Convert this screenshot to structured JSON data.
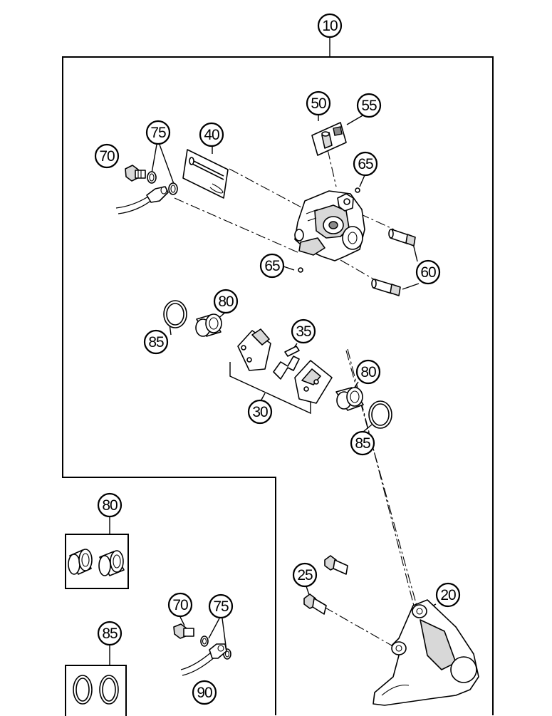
{
  "callouts": [
    {
      "id": "main-assembly",
      "label": "10"
    },
    {
      "id": "caliper-bracket",
      "label": "20"
    },
    {
      "id": "bracket-screw",
      "label": "25"
    },
    {
      "id": "brake-pads",
      "label": "30"
    },
    {
      "id": "pad-spring",
      "label": "35"
    },
    {
      "id": "pad-pin-kit",
      "label": "40"
    },
    {
      "id": "bleeder-kit",
      "label": "50"
    },
    {
      "id": "bleeder-cap",
      "label": "55"
    },
    {
      "id": "guide-bolts",
      "label": "60"
    },
    {
      "id": "o-ring-upper",
      "label": "65"
    },
    {
      "id": "o-ring-lower",
      "label": "65"
    },
    {
      "id": "banjo-bolt",
      "label": "70"
    },
    {
      "id": "washers",
      "label": "75"
    },
    {
      "id": "piston-upper",
      "label": "80"
    },
    {
      "id": "piston-lower",
      "label": "80"
    },
    {
      "id": "piston-kit",
      "label": "80"
    },
    {
      "id": "seal-upper",
      "label": "85"
    },
    {
      "id": "seal-lower",
      "label": "85"
    },
    {
      "id": "seal-kit",
      "label": "85"
    },
    {
      "id": "banjo-bolt-kit",
      "label": "70"
    },
    {
      "id": "washers-kit",
      "label": "75"
    },
    {
      "id": "brake-line",
      "label": "90"
    }
  ],
  "colors": {
    "line": "#000000",
    "background": "#ffffff",
    "shade": "#d8d8d8",
    "dark": "#8a8a8a"
  }
}
